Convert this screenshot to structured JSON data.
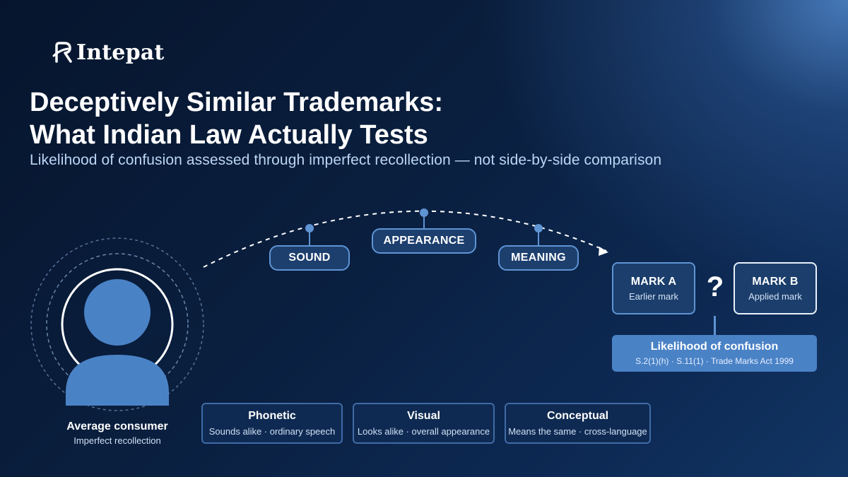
{
  "brand": {
    "name": "Intepat",
    "logo_icon": "intepat-logo-icon"
  },
  "title": {
    "line1": "Deceptively Similar Trademarks:",
    "line2": "What Indian Law Actually Tests"
  },
  "subtitle": "Likelihood of confusion assessed through imperfect recollection — not side-by-side comparison",
  "consumer": {
    "icon": "person-icon",
    "label": "Average consumer",
    "sublabel": "Imperfect recollection"
  },
  "flow_steps": [
    {
      "label": "SOUND"
    },
    {
      "label": "APPEARANCE"
    },
    {
      "label": "MEANING"
    }
  ],
  "marks": {
    "a": {
      "title": "MARK A",
      "sub": "Earlier mark"
    },
    "b": {
      "title": "MARK B",
      "sub": "Applied mark"
    },
    "comparator": "?"
  },
  "confusion": {
    "title": "Likelihood of confusion",
    "sub": "S.2(1)(h) · S.11(1) · Trade Marks Act 1999"
  },
  "tests": [
    {
      "title": "Phonetic",
      "sub": "Sounds alike · ordinary speech"
    },
    {
      "title": "Visual",
      "sub": "Looks alike · overall appearance"
    },
    {
      "title": "Conceptual",
      "sub": "Means the same · cross-language"
    }
  ],
  "colors": {
    "background": "#0a1f3f",
    "accent": "#4a82c6",
    "pill_border": "#5f94d4",
    "consumer_fill": "#4a82c6"
  }
}
